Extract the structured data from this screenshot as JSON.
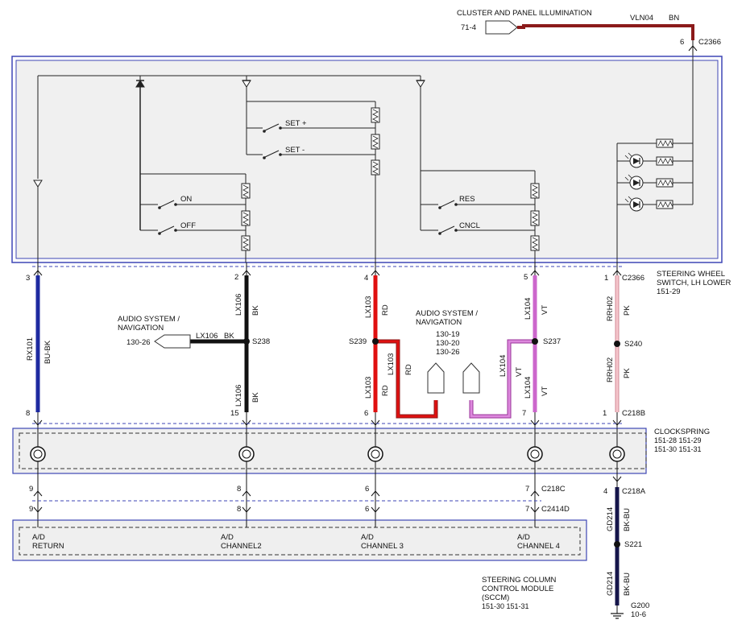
{
  "title_feed": {
    "label": "CLUSTER AND PANEL ILLUMINATION",
    "ref": "71-4",
    "circuit": "VLN04",
    "color": "BN",
    "pin": "6",
    "connector": "C2366"
  },
  "switch_box": {
    "labels": {
      "set_plus": "SET +",
      "set_minus": "SET -",
      "on": "ON",
      "off": "OFF",
      "res": "RES",
      "cncl": "CNCL"
    },
    "name": [
      "STEERING WHEEL",
      "SWITCH, LH LOWER",
      "151-29"
    ]
  },
  "top_pins": {
    "p1": "3",
    "p2": "2",
    "p3": "4",
    "p4": "5",
    "p5": "1",
    "connector": "C2366"
  },
  "wires": {
    "w1": {
      "circuit": "RX101",
      "color": "BU-BK"
    },
    "w2a": {
      "circuit": "LX106",
      "color": "BK"
    },
    "w2b": {
      "circuit": "LX106",
      "color": "BK"
    },
    "w3a": {
      "circuit": "LX103",
      "color": "RD"
    },
    "w3b": {
      "circuit": "LX103",
      "color": "RD"
    },
    "w3c": {
      "circuit": "LX103",
      "color": "RD"
    },
    "w4a": {
      "circuit": "LX104",
      "color": "VT"
    },
    "w4b": {
      "circuit": "LX104",
      "color": "VT"
    },
    "w4c": {
      "circuit": "LX104",
      "color": "VT"
    },
    "w5a": {
      "circuit": "RRH02",
      "color": "PK"
    },
    "w5b": {
      "circuit": "RRH02",
      "color": "PK"
    }
  },
  "audio_left": {
    "title": [
      "AUDIO SYSTEM /",
      "NAVIGATION"
    ],
    "ref": "130-26",
    "circuit": "LX106",
    "color": "BK"
  },
  "audio_mid": {
    "title": [
      "AUDIO SYSTEM /",
      "NAVIGATION"
    ],
    "refs": [
      "130-19",
      "130-20",
      "130-26"
    ]
  },
  "splices": {
    "s238": "S238",
    "s239": "S239",
    "s237": "S237",
    "s240": "S240",
    "s221": "S221"
  },
  "c218b_pins": {
    "p1": "8",
    "p2": "15",
    "p3": "6",
    "p4": "7",
    "p5": "1",
    "connector": "C218B"
  },
  "clockspring": {
    "name": "CLOCKSPRING",
    "refs": [
      "151-28  151-29",
      "151-30  151-31"
    ]
  },
  "c218c_pins": {
    "p1": "9",
    "p2": "8",
    "p3": "6",
    "p4": "7",
    "connector": "C218C"
  },
  "c2414d_pins": {
    "p1": "9",
    "p2": "8",
    "p3": "6",
    "p4": "7",
    "connector": "C2414D"
  },
  "ground": {
    "pin": "4",
    "connector": "C218A",
    "circuit": "GD214",
    "color": "BK-BU",
    "circuit2": "GD214",
    "color2": "BK-BU",
    "ground": "G200",
    "ref": "10-6"
  },
  "sccm": {
    "channels": [
      [
        "A/D",
        "RETURN"
      ],
      [
        "A/D",
        "CHANNEL2"
      ],
      [
        "A/D",
        "CHANNEL 3"
      ],
      [
        "A/D",
        "CHANNEL 4"
      ]
    ],
    "name": [
      "STEERING COLUMN",
      "CONTROL MODULE",
      "(SCCM)",
      "151-30  151-31"
    ]
  },
  "colors": {
    "box_border": "#3e46b5",
    "box_fill": "#f0f0f0",
    "brown": "#8b1a1a",
    "blue": "#1e2aa0",
    "black": "#111111",
    "red": "#e01010",
    "violet": "#cc66cc",
    "pink": "#f5b6be",
    "navy": "#15154a"
  }
}
